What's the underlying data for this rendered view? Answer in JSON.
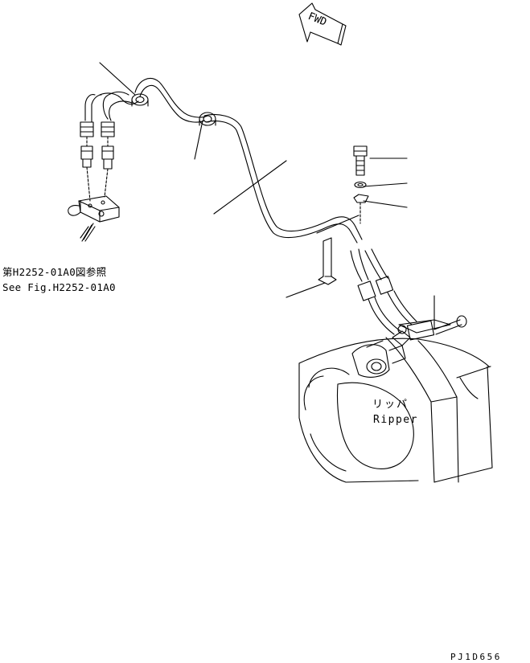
{
  "arrow": {
    "label": "FWD"
  },
  "reference": {
    "jp": "第H2252-01A0図参照",
    "en": "See Fig.H2252-01A0"
  },
  "ripper": {
    "jp": "リッパ",
    "en": "Ripper"
  },
  "drawing_code": "PJ1D656"
}
